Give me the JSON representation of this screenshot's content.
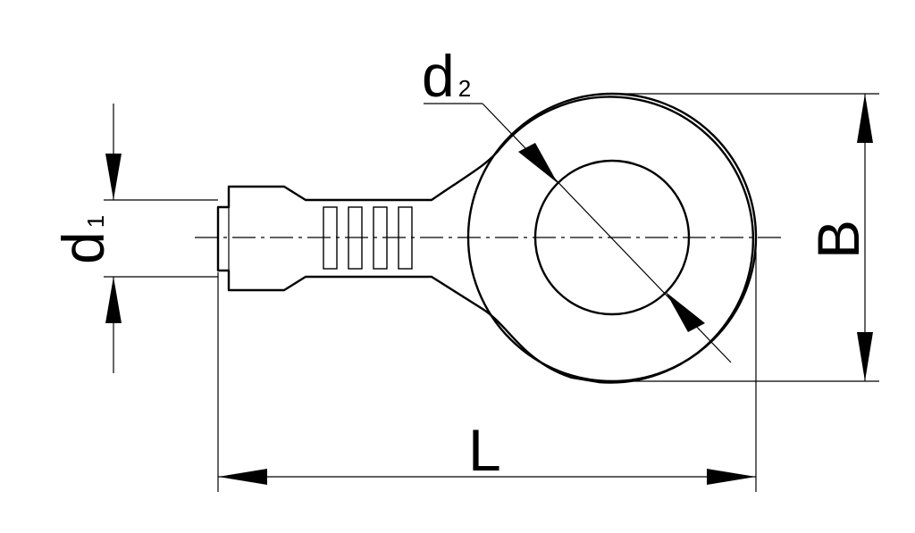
{
  "diagram": {
    "labels": {
      "d1": {
        "main": "d",
        "sub": "1"
      },
      "d2": {
        "main": "d",
        "sub": "2"
      },
      "B": "B",
      "L": "L"
    }
  }
}
